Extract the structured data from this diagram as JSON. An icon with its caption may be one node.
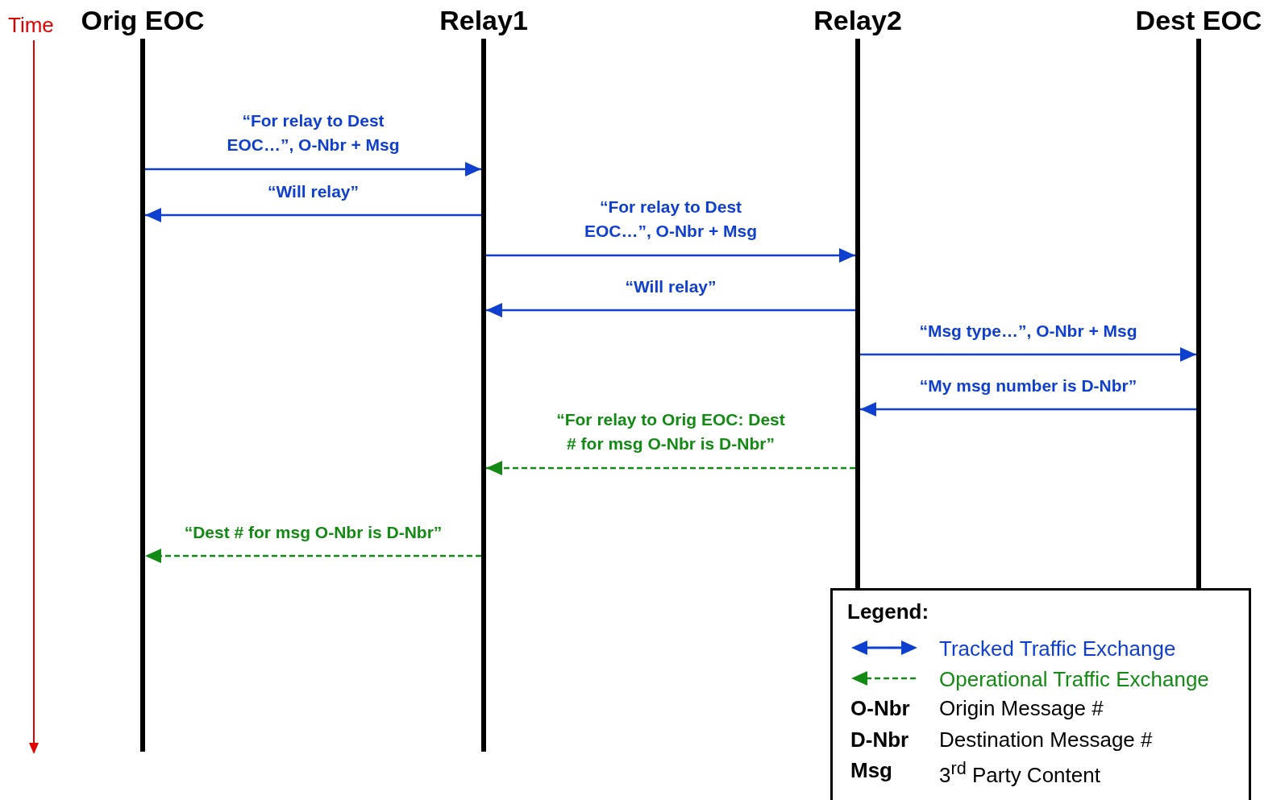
{
  "diagram": {
    "nodes": [
      {
        "text": [
          "Orig EOC"
        ]
      },
      {
        "text": [
          "Relay1"
        ]
      },
      {
        "text": [
          "Relay2"
        ]
      },
      {
        "text": [
          "Dest EOC"
        ]
      }
    ],
    "edges": [
      {
        "from": 0,
        "to": 1,
        "arrow": "to",
        "label": "“For relay to Dest EOC…”, O-Nbr + Msg"
      },
      {
        "from": 1,
        "to": 0,
        "arrow": "to",
        "label": "“Will relay”"
      },
      {
        "from": 1,
        "to": 2,
        "arrow": "to",
        "label": "“For relay to Dest EOC…”, O-Nbr + Msg"
      },
      {
        "from": 2,
        "to": 1,
        "arrow": "to",
        "label": "“Will relay”"
      },
      {
        "from": 2,
        "to": 3,
        "arrow": "to",
        "label": "“Msg type…”, O-Nbr + Msg"
      },
      {
        "from": 3,
        "to": 2,
        "arrow": "to",
        "label": "“My msg number is D-Nbr”"
      },
      {
        "from": 2,
        "to": 1,
        "arrow": "to",
        "label": "“For relay to Orig EOC: Dest # for msg O-Nbr is D-Nbr”",
        "style": "dashed",
        "color": "#138a13"
      },
      {
        "from": 1,
        "to": 0,
        "arrow": "to",
        "label": "“Dest # for msg O-Nbr is D-Nbr”",
        "style": "dashed",
        "color": "#138a13"
      }
    ],
    "labels": [
      "Time",
      "Legend:",
      "O-Nbr",
      "Origin Message #",
      "D-Nbr",
      "Destination Message #",
      "Msg",
      "3$^{rd}$ Party Content"
    ],
    "legend": [
      {
        "text": "Tracked Traffic Exchange"
      },
      {
        "text": "Operational Traffic Exchange"
      }
    ]
  }
}
